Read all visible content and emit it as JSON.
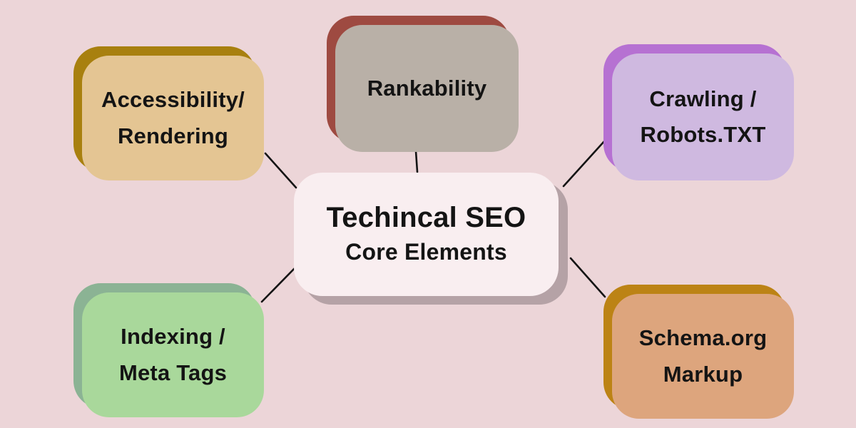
{
  "background_color": "#ecd5d8",
  "text_color": "#141414",
  "line_color": "#141414",
  "center": {
    "title": "Techincal SEO",
    "subtitle": "Core Elements",
    "fill_color": "#f9eef0",
    "shadow_color": "#b5a2a6"
  },
  "nodes": {
    "accessibility": {
      "line1": "Accessibility/",
      "line2": "Rendering",
      "fill_color": "#e4c593",
      "backing_color": "#a8800f"
    },
    "rankability": {
      "line1": "Rankability",
      "fill_color": "#b9b0a7",
      "backing_color": "#9e4a41"
    },
    "crawling": {
      "line1": "Crawling /",
      "line2": "Robots.TXT",
      "fill_color": "#cfb9e0",
      "backing_color": "#b671d2"
    },
    "indexing": {
      "line1": "Indexing /",
      "line2": "Meta Tags",
      "fill_color": "#a9d89b",
      "backing_color": "#8bb394"
    },
    "schema": {
      "line1": "Schema.org",
      "line2": "Markup",
      "fill_color": "#dda57d",
      "backing_color": "#bc8315"
    }
  }
}
